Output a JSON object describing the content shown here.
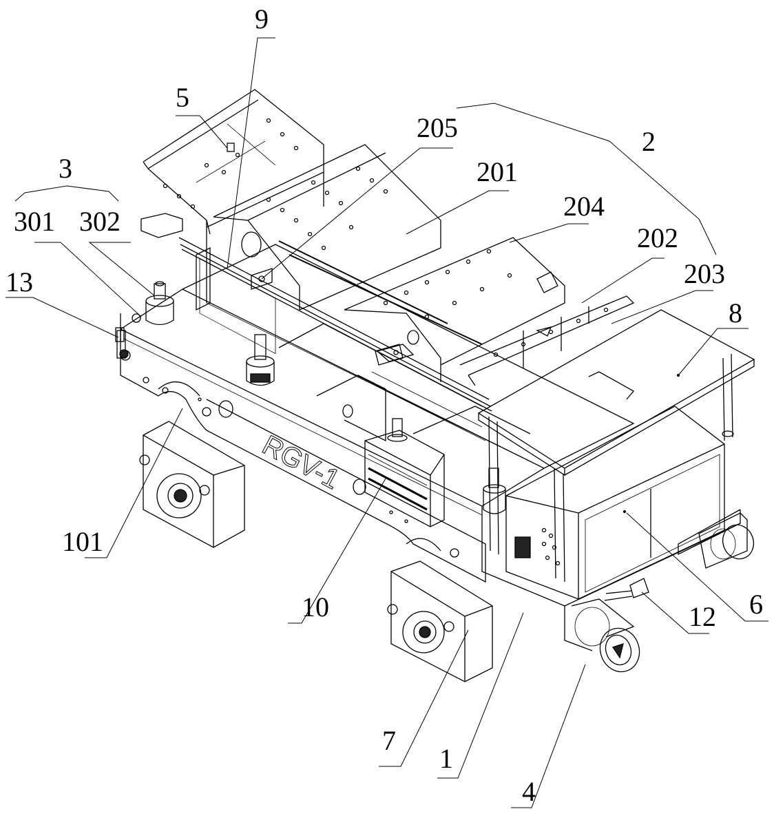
{
  "figure": {
    "type": "patent-drawing",
    "subject": "rail guided vehicle isometric view",
    "vehicle_marking": "RGV-1"
  },
  "labels": [
    {
      "id": "9",
      "text": "9"
    },
    {
      "id": "5",
      "text": "5"
    },
    {
      "id": "205",
      "text": "205"
    },
    {
      "id": "2",
      "text": "2"
    },
    {
      "id": "201",
      "text": "201"
    },
    {
      "id": "204",
      "text": "204"
    },
    {
      "id": "202",
      "text": "202"
    },
    {
      "id": "203",
      "text": "203"
    },
    {
      "id": "3",
      "text": "3"
    },
    {
      "id": "301",
      "text": "301"
    },
    {
      "id": "302",
      "text": "302"
    },
    {
      "id": "13",
      "text": "13"
    },
    {
      "id": "8",
      "text": "8"
    },
    {
      "id": "101",
      "text": "101"
    },
    {
      "id": "10",
      "text": "10"
    },
    {
      "id": "12",
      "text": "12"
    },
    {
      "id": "6",
      "text": "6"
    },
    {
      "id": "7",
      "text": "7"
    },
    {
      "id": "1",
      "text": "1"
    },
    {
      "id": "4",
      "text": "4"
    }
  ],
  "colors": {
    "line": "#000000",
    "background": "#ffffff",
    "fill_dark": "#222222"
  }
}
